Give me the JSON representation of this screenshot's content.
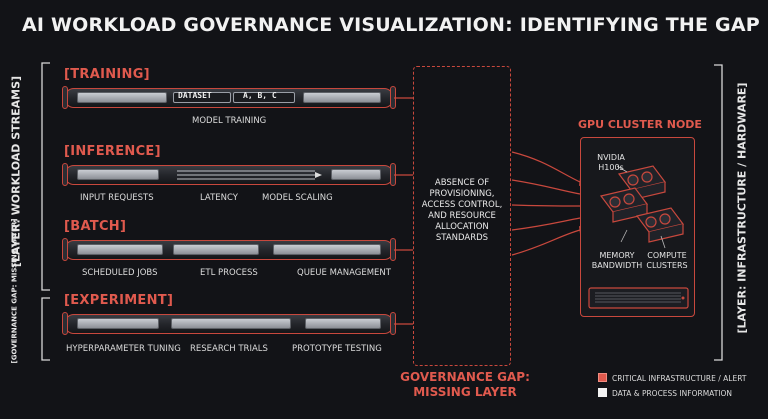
{
  "title": "AI WORKLOAD GOVERNANCE VISUALIZATION: IDENTIFYING THE GAP",
  "left_layer_label": "[LAYER: WORKLOAD STREAMS]",
  "left_gap_label": "[GOVERNANCE GAP: MISSING LAYER]",
  "right_layer_label": "[LAYER: INFRASTRUCTURE / HARDWARE]",
  "streams": {
    "training": {
      "title": "[TRAINING]",
      "dataset": "DATASET",
      "abc": "A, B, C",
      "label1": "MODEL TRAINING"
    },
    "inference": {
      "title": "[INFERENCE]",
      "label1": "INPUT REQUESTS",
      "label2": "LATENCY",
      "label3": "MODEL SCALING"
    },
    "batch": {
      "title": "[BATCH]",
      "label1": "SCHEDULED JOBS",
      "label2": "ETL PROCESS",
      "label3": "QUEUE MANAGEMENT"
    },
    "experiment": {
      "title": "[EXPERIMENT]",
      "label1": "HYPERPARAMETER TUNING",
      "label2": "RESEARCH TRIALS",
      "label3": "PROTOTYPE TESTING"
    }
  },
  "gap": {
    "text_lines": [
      "ABSENCE OF",
      "PROVISIONING,",
      "ACCESS CONTROL,",
      "AND RESOURCE",
      "ALLOCATION",
      "STANDARDS"
    ],
    "caption_line1": "GOVERNANCE GAP:",
    "caption_line2": "MISSING LAYER"
  },
  "gpu": {
    "title": "GPU CLUSTER NODE",
    "nvidia_line1": "NVIDIA",
    "nvidia_line2": "H100s",
    "memory_line1": "MEMORY",
    "memory_line2": "BANDWIDTH",
    "compute_line1": "COMPUTE",
    "compute_line2": "CLUSTERS"
  },
  "legend": {
    "critical": "CRITICAL INFRASTRUCTURE / ALERT",
    "data": "DATA & PROCESS INFORMATION"
  },
  "colors": {
    "accent_red": "#e05a4e",
    "line_red": "#c8483d",
    "background": "#121317",
    "legend_white": "#f2f2f2"
  }
}
